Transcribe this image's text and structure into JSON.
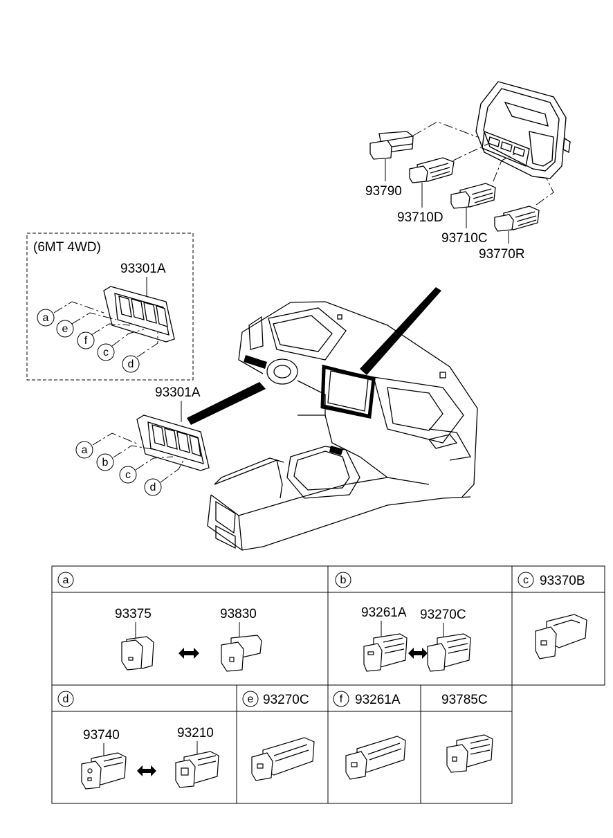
{
  "top_parts": {
    "p1": "93790",
    "p2": "93710D",
    "p3": "93710C",
    "p4": "93770R"
  },
  "variant_box": {
    "title": "(6MT 4WD)",
    "part": "93301A",
    "callouts": [
      "a",
      "e",
      "f",
      "c",
      "d"
    ]
  },
  "main_switch": {
    "part": "93301A",
    "callouts": [
      "a",
      "b",
      "c",
      "d"
    ]
  },
  "table": {
    "a": {
      "letter": "a",
      "left_part": "93375",
      "right_part": "93830"
    },
    "b": {
      "letter": "b",
      "left_part": "93261A",
      "right_part": "93270C"
    },
    "c": {
      "letter": "c",
      "part": "93370B"
    },
    "d": {
      "letter": "d",
      "left_part": "93740",
      "right_part": "93210"
    },
    "e": {
      "letter": "e",
      "part": "93270C"
    },
    "f": {
      "letter": "f",
      "part": "93261A"
    },
    "g": {
      "part": "93785C"
    }
  }
}
